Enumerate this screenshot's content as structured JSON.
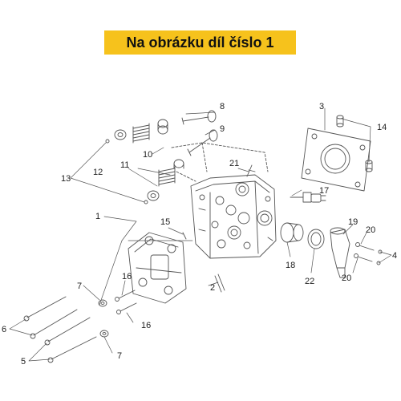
{
  "banner": {
    "text": "Na obrázku díl číslo 1",
    "background": "#f6c21c"
  },
  "diagram": {
    "line_color": "#555555",
    "labels": {
      "l1": "1",
      "l2": "2",
      "l3": "3",
      "l4": "4",
      "l5": "5",
      "l6": "6",
      "l7a": "7",
      "l7b": "7",
      "l8": "8",
      "l9": "9",
      "l10": "10",
      "l11": "11",
      "l12": "12",
      "l13": "13",
      "l14": "14",
      "l15": "15",
      "l16a": "16",
      "l16b": "16",
      "l17": "17",
      "l18": "18",
      "l19": "19",
      "l20a": "20",
      "l20b": "20",
      "l21": "21",
      "l22": "22"
    }
  }
}
